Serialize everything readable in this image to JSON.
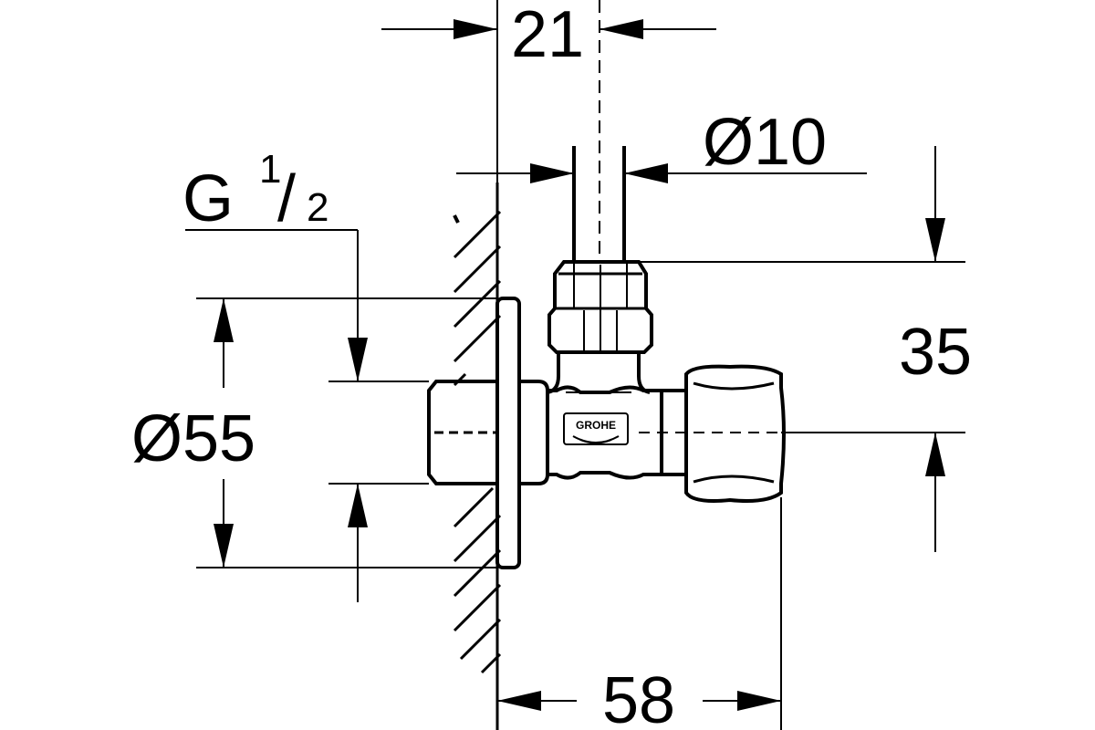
{
  "dimensions": {
    "width_top": "21",
    "tube_diameter": "Ø10",
    "thread_prefix": "G",
    "thread_numerator": "1",
    "thread_slash": "/",
    "thread_denominator": "2",
    "rosette_diameter": "Ø55",
    "height_offset": "35",
    "overall_width": "58"
  },
  "logo": {
    "brand": "GROHE"
  }
}
